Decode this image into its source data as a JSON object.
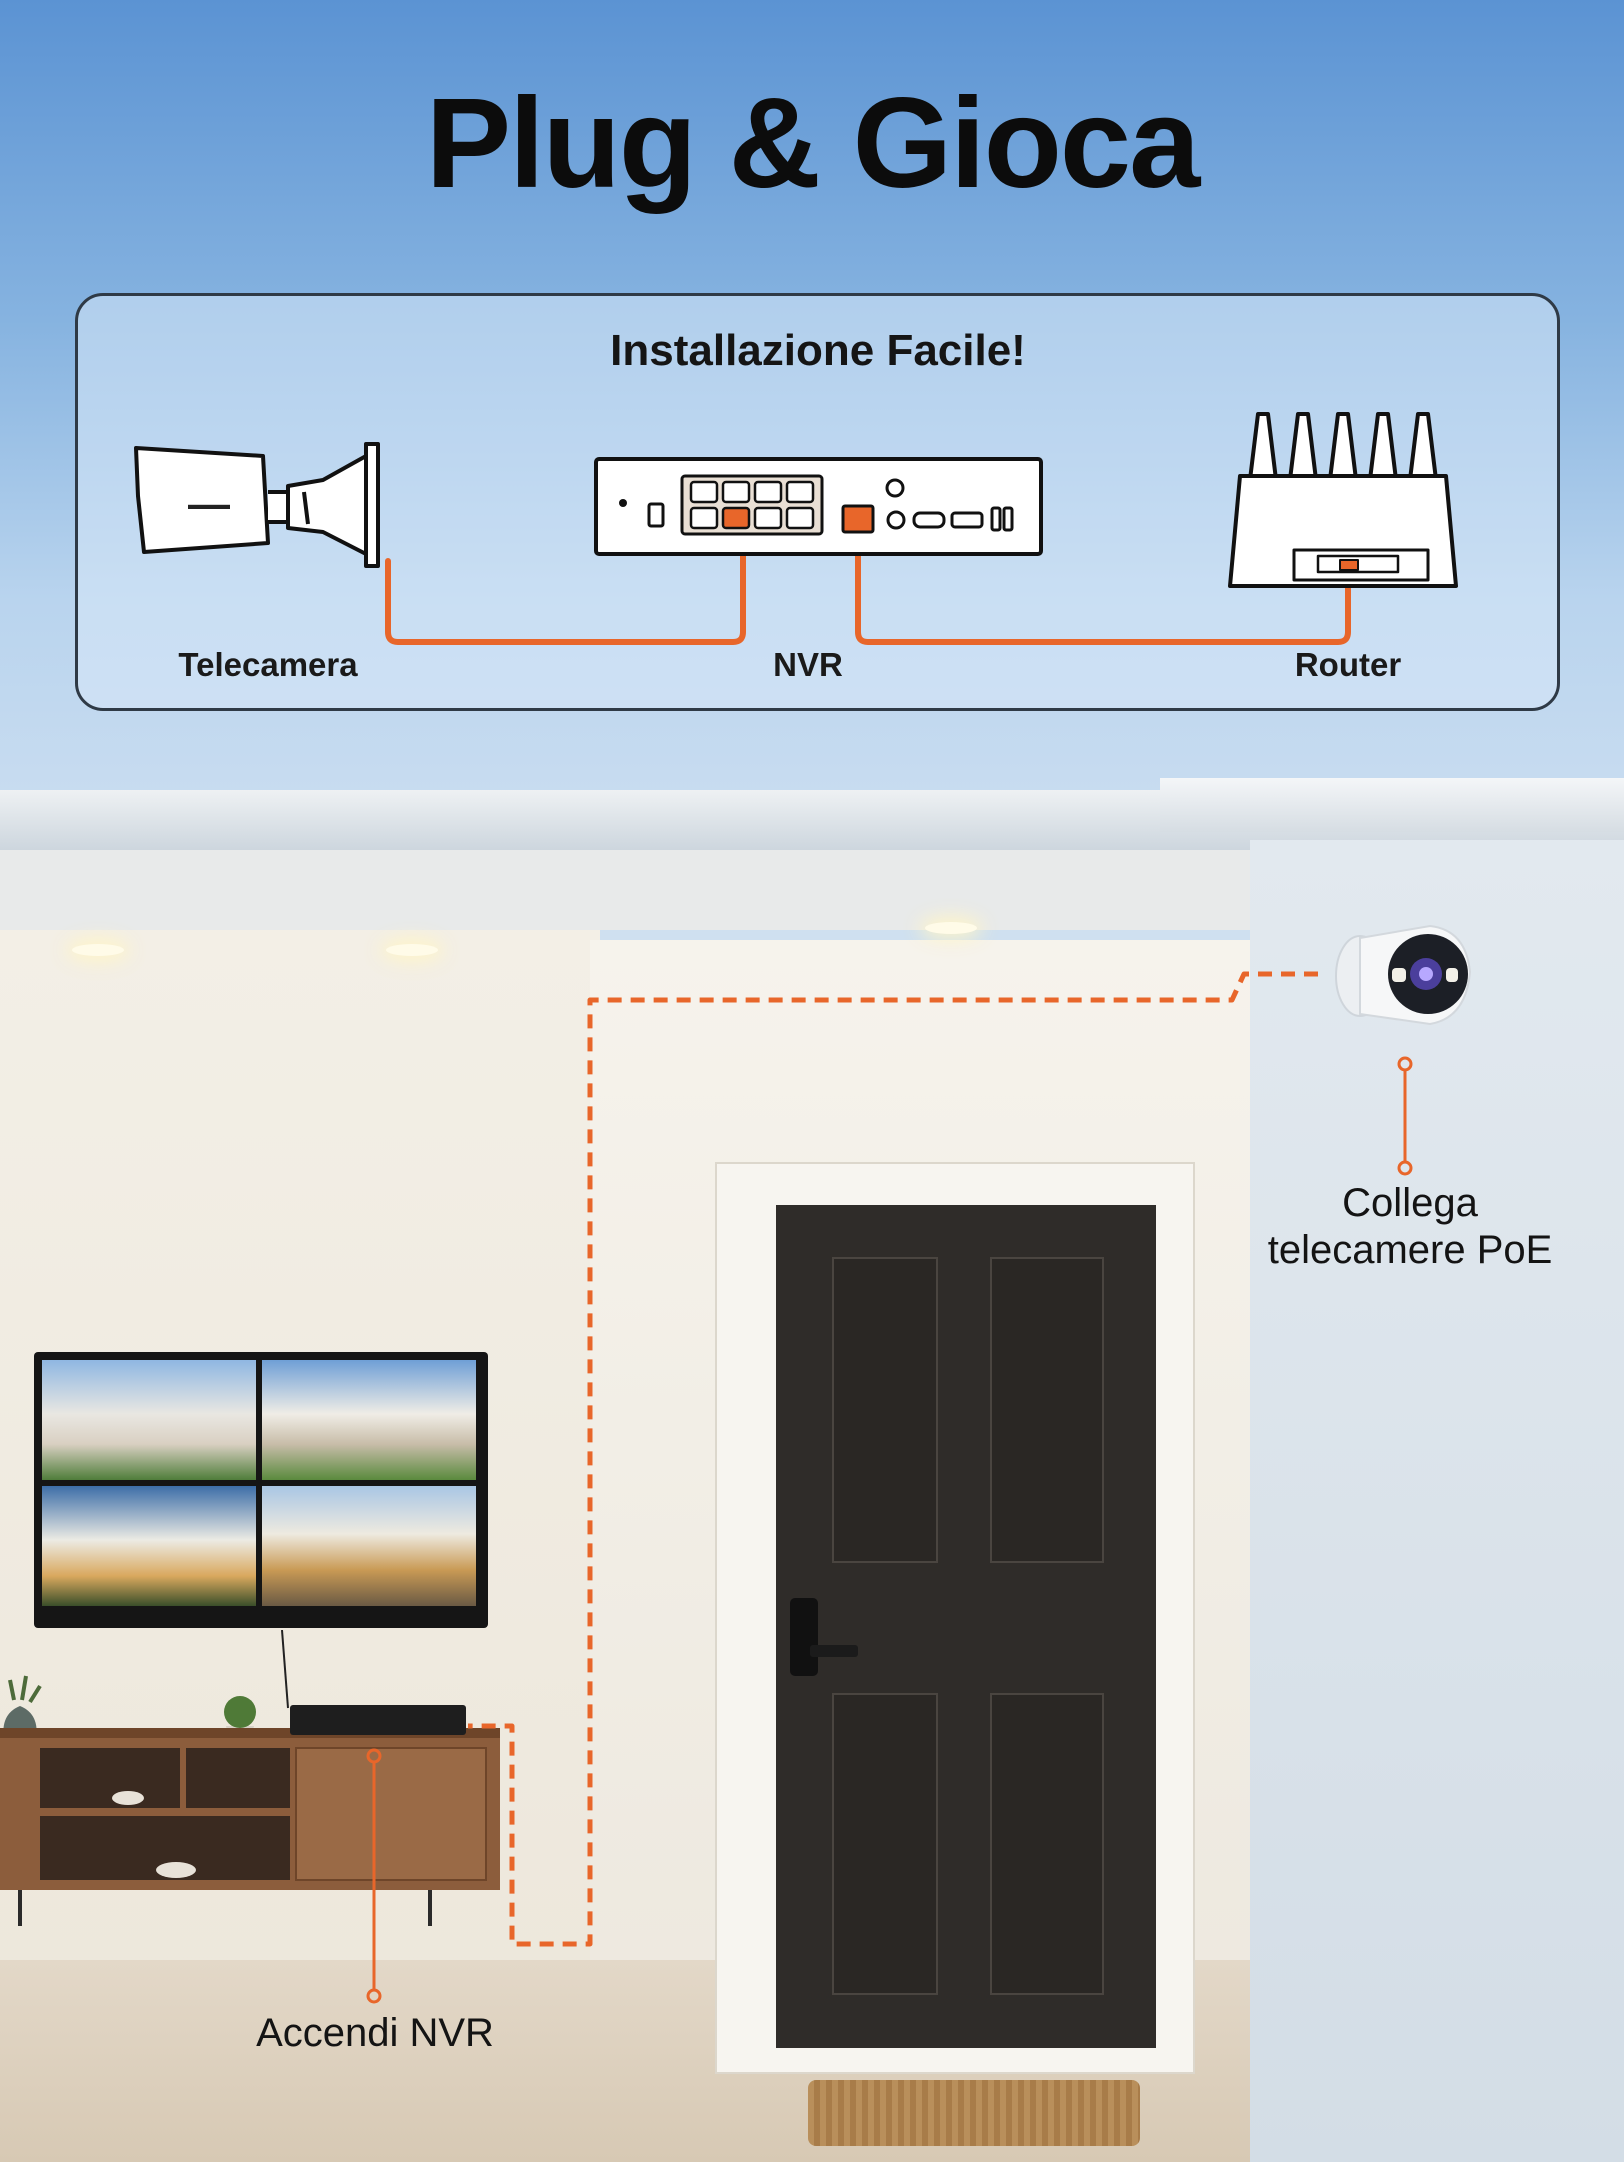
{
  "title": "Plug & Gioca",
  "diagram": {
    "title": "Installazione Facile!",
    "camera_label": "Telecamera",
    "nvr_label": "NVR",
    "router_label": "Router"
  },
  "callouts": {
    "camera": "Collega telecamere PoE",
    "nvr": "Accendi NVR"
  },
  "colors": {
    "cable": "#e8662a",
    "line": "#111111"
  },
  "icons": [
    "camera-icon",
    "nvr-icon",
    "router-icon",
    "security-camera-icon",
    "tv-icon",
    "door-icon"
  ]
}
